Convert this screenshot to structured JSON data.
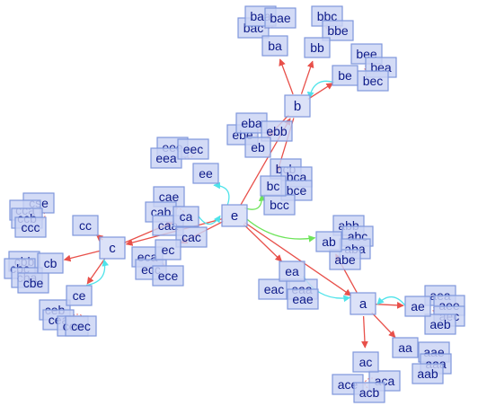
{
  "colors": {
    "node_fill": "#c9d3f4",
    "node_stroke": "#7f97dc",
    "label": "#0d1a88",
    "edge_red": "#e8504a",
    "edge_cyan": "#4fe3ea",
    "edge_green": "#6ee45a",
    "loop_red": "#e8504a"
  },
  "nodes": [
    {
      "id": "e",
      "label": "e"
    },
    {
      "id": "b",
      "label": "b"
    },
    {
      "id": "c",
      "label": "c"
    },
    {
      "id": "a",
      "label": "a"
    },
    {
      "id": "ba",
      "label": "ba"
    },
    {
      "id": "bb",
      "label": "bb"
    },
    {
      "id": "be",
      "label": "be"
    },
    {
      "id": "bc",
      "label": "bc"
    },
    {
      "id": "eb",
      "label": "eb"
    },
    {
      "id": "ee",
      "label": "ee"
    },
    {
      "id": "ec",
      "label": "ec"
    },
    {
      "id": "ea",
      "label": "ea"
    },
    {
      "id": "ca",
      "label": "ca"
    },
    {
      "id": "cc",
      "label": "cc"
    },
    {
      "id": "cb",
      "label": "cb"
    },
    {
      "id": "ce",
      "label": "ce"
    },
    {
      "id": "ab",
      "label": "ab"
    },
    {
      "id": "ae",
      "label": "ae"
    },
    {
      "id": "aa",
      "label": "aa"
    },
    {
      "id": "ac",
      "label": "ac"
    },
    {
      "id": "bac",
      "label": "bac"
    },
    {
      "id": "baa",
      "label": "baa"
    },
    {
      "id": "bae",
      "label": "bae"
    },
    {
      "id": "bbc",
      "label": "bbc"
    },
    {
      "id": "bbe",
      "label": "bbe"
    },
    {
      "id": "bee",
      "label": "bee"
    },
    {
      "id": "bea",
      "label": "bea"
    },
    {
      "id": "bec",
      "label": "bec"
    },
    {
      "id": "ebe",
      "label": "ebe"
    },
    {
      "id": "eba",
      "label": "eba"
    },
    {
      "id": "ebb",
      "label": "ebb"
    },
    {
      "id": "eee",
      "label": "eee"
    },
    {
      "id": "eea",
      "label": "eea"
    },
    {
      "id": "eec",
      "label": "eec"
    },
    {
      "id": "bcb",
      "label": "bcb"
    },
    {
      "id": "bca",
      "label": "bca"
    },
    {
      "id": "bce",
      "label": "bce"
    },
    {
      "id": "bcc",
      "label": "bcc"
    },
    {
      "id": "cae",
      "label": "cae"
    },
    {
      "id": "cab",
      "label": "cab"
    },
    {
      "id": "caa",
      "label": "caa"
    },
    {
      "id": "cac",
      "label": "cac"
    },
    {
      "id": "cse",
      "label": "cse"
    },
    {
      "id": "cca",
      "label": "cca"
    },
    {
      "id": "ccb",
      "label": "ccb"
    },
    {
      "id": "ccc",
      "label": "ccc"
    },
    {
      "id": "cbb",
      "label": "cbb"
    },
    {
      "id": "cbc",
      "label": "cbc"
    },
    {
      "id": "cba",
      "label": "cba"
    },
    {
      "id": "cbe",
      "label": "cbe"
    },
    {
      "id": "eca",
      "label": "eca"
    },
    {
      "id": "ecc",
      "label": "ecc"
    },
    {
      "id": "ece",
      "label": "ece"
    },
    {
      "id": "ceb",
      "label": "ceb"
    },
    {
      "id": "cea",
      "label": "cea"
    },
    {
      "id": "cee",
      "label": "cee"
    },
    {
      "id": "cec",
      "label": "cec"
    },
    {
      "id": "abb",
      "label": "abb"
    },
    {
      "id": "abc",
      "label": "abc"
    },
    {
      "id": "aba",
      "label": "aba"
    },
    {
      "id": "abe",
      "label": "abe"
    },
    {
      "id": "eac",
      "label": "eac"
    },
    {
      "id": "eaa",
      "label": "eaa"
    },
    {
      "id": "eae",
      "label": "eae"
    },
    {
      "id": "aea",
      "label": "aea"
    },
    {
      "id": "aee",
      "label": "aee"
    },
    {
      "id": "aec",
      "label": "aec"
    },
    {
      "id": "aeb",
      "label": "aeb"
    },
    {
      "id": "aae",
      "label": "aae"
    },
    {
      "id": "aaa",
      "label": "aaa"
    },
    {
      "id": "aab",
      "label": "aab"
    },
    {
      "id": "ace",
      "label": "ace"
    },
    {
      "id": "aca",
      "label": "aca"
    },
    {
      "id": "acb",
      "label": "acb"
    }
  ],
  "edges": [
    {
      "from": "e",
      "to": "b",
      "color": "red"
    },
    {
      "from": "e",
      "to": "c",
      "color": "red"
    },
    {
      "from": "e",
      "to": "a",
      "color": "red"
    },
    {
      "from": "e",
      "to": "ee",
      "color": "cyan"
    },
    {
      "from": "e",
      "to": "ec",
      "color": "red"
    },
    {
      "from": "e",
      "to": "ea",
      "color": "red"
    },
    {
      "from": "e",
      "to": "bc",
      "color": "green"
    },
    {
      "from": "ca",
      "to": "e",
      "color": "cyan"
    },
    {
      "from": "e",
      "to": "ab",
      "color": "green"
    },
    {
      "from": "b",
      "to": "ba",
      "color": "red"
    },
    {
      "from": "b",
      "to": "bb",
      "color": "red"
    },
    {
      "from": "b",
      "to": "be",
      "color": "red"
    },
    {
      "from": "be",
      "to": "b",
      "color": "cyan"
    },
    {
      "from": "b",
      "to": "eb",
      "color": "red"
    },
    {
      "from": "b",
      "to": "bc",
      "color": "red"
    },
    {
      "from": "c",
      "to": "cc",
      "color": "red"
    },
    {
      "from": "c",
      "to": "cb",
      "color": "red"
    },
    {
      "from": "c",
      "to": "ce",
      "color": "red"
    },
    {
      "from": "ce",
      "to": "c",
      "color": "cyan"
    },
    {
      "from": "c",
      "to": "ca",
      "color": "red"
    },
    {
      "from": "a",
      "to": "ae",
      "color": "red"
    },
    {
      "from": "ae",
      "to": "a",
      "color": "cyan"
    },
    {
      "from": "a",
      "to": "aa",
      "color": "red"
    },
    {
      "from": "a",
      "to": "ac",
      "color": "red"
    },
    {
      "from": "a",
      "to": "ab",
      "color": "red"
    },
    {
      "from": "ea",
      "to": "a",
      "color": "cyan"
    }
  ]
}
